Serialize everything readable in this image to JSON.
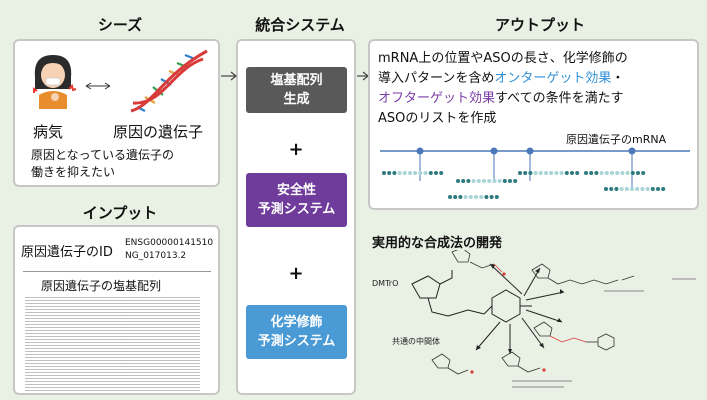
{
  "titles": {
    "seeds": "シーズ",
    "integrated": "統合システム",
    "output": "アウトプット",
    "input": "インプット"
  },
  "seeds": {
    "disease": "病気",
    "gene": "原因の遺伝子",
    "desc_line1": "原因となっている遺伝子の",
    "desc_line2": "働きを抑えたい"
  },
  "input": {
    "id_label": "原因遺伝子のID",
    "id_value1": "ENSG00000141510",
    "id_value2": "NG_017013.2",
    "seq_label": "原因遺伝子の塩基配列"
  },
  "system": {
    "box1_line1": "塩基配列",
    "box1_line2": "生成",
    "plus": "+",
    "box2_line1": "安全性",
    "box2_line2": "予測システム",
    "box3_line1": "化学修飾",
    "box3_line2": "予測システム"
  },
  "output": {
    "line1": "mRNA上の位置やASOの長さ、化学修飾の",
    "line2_a": "導入パターンを含め",
    "line2_b": "オンターゲット効果",
    "line2_c": "・",
    "line3_a": "オフターゲット効果",
    "line3_b": "すべての条件を満たす",
    "line4": "ASOのリストを作成",
    "mrna_label": "原因遺伝子のmRNA"
  },
  "synthesis": {
    "title": "実用的な合成法の開発",
    "dmtro": "DMTrO",
    "intermediate": "共通の中間体"
  },
  "colors": {
    "gray_box": "#595959",
    "purple_box": "#6f3c9b",
    "blue_box": "#4a9ad6",
    "on_target": "#2f8fd6",
    "off_target": "#7a3ca8",
    "mrna_line": "#4a78b8",
    "dot_dark": "#2c7a7e",
    "dot_light": "#a8d4d6"
  }
}
